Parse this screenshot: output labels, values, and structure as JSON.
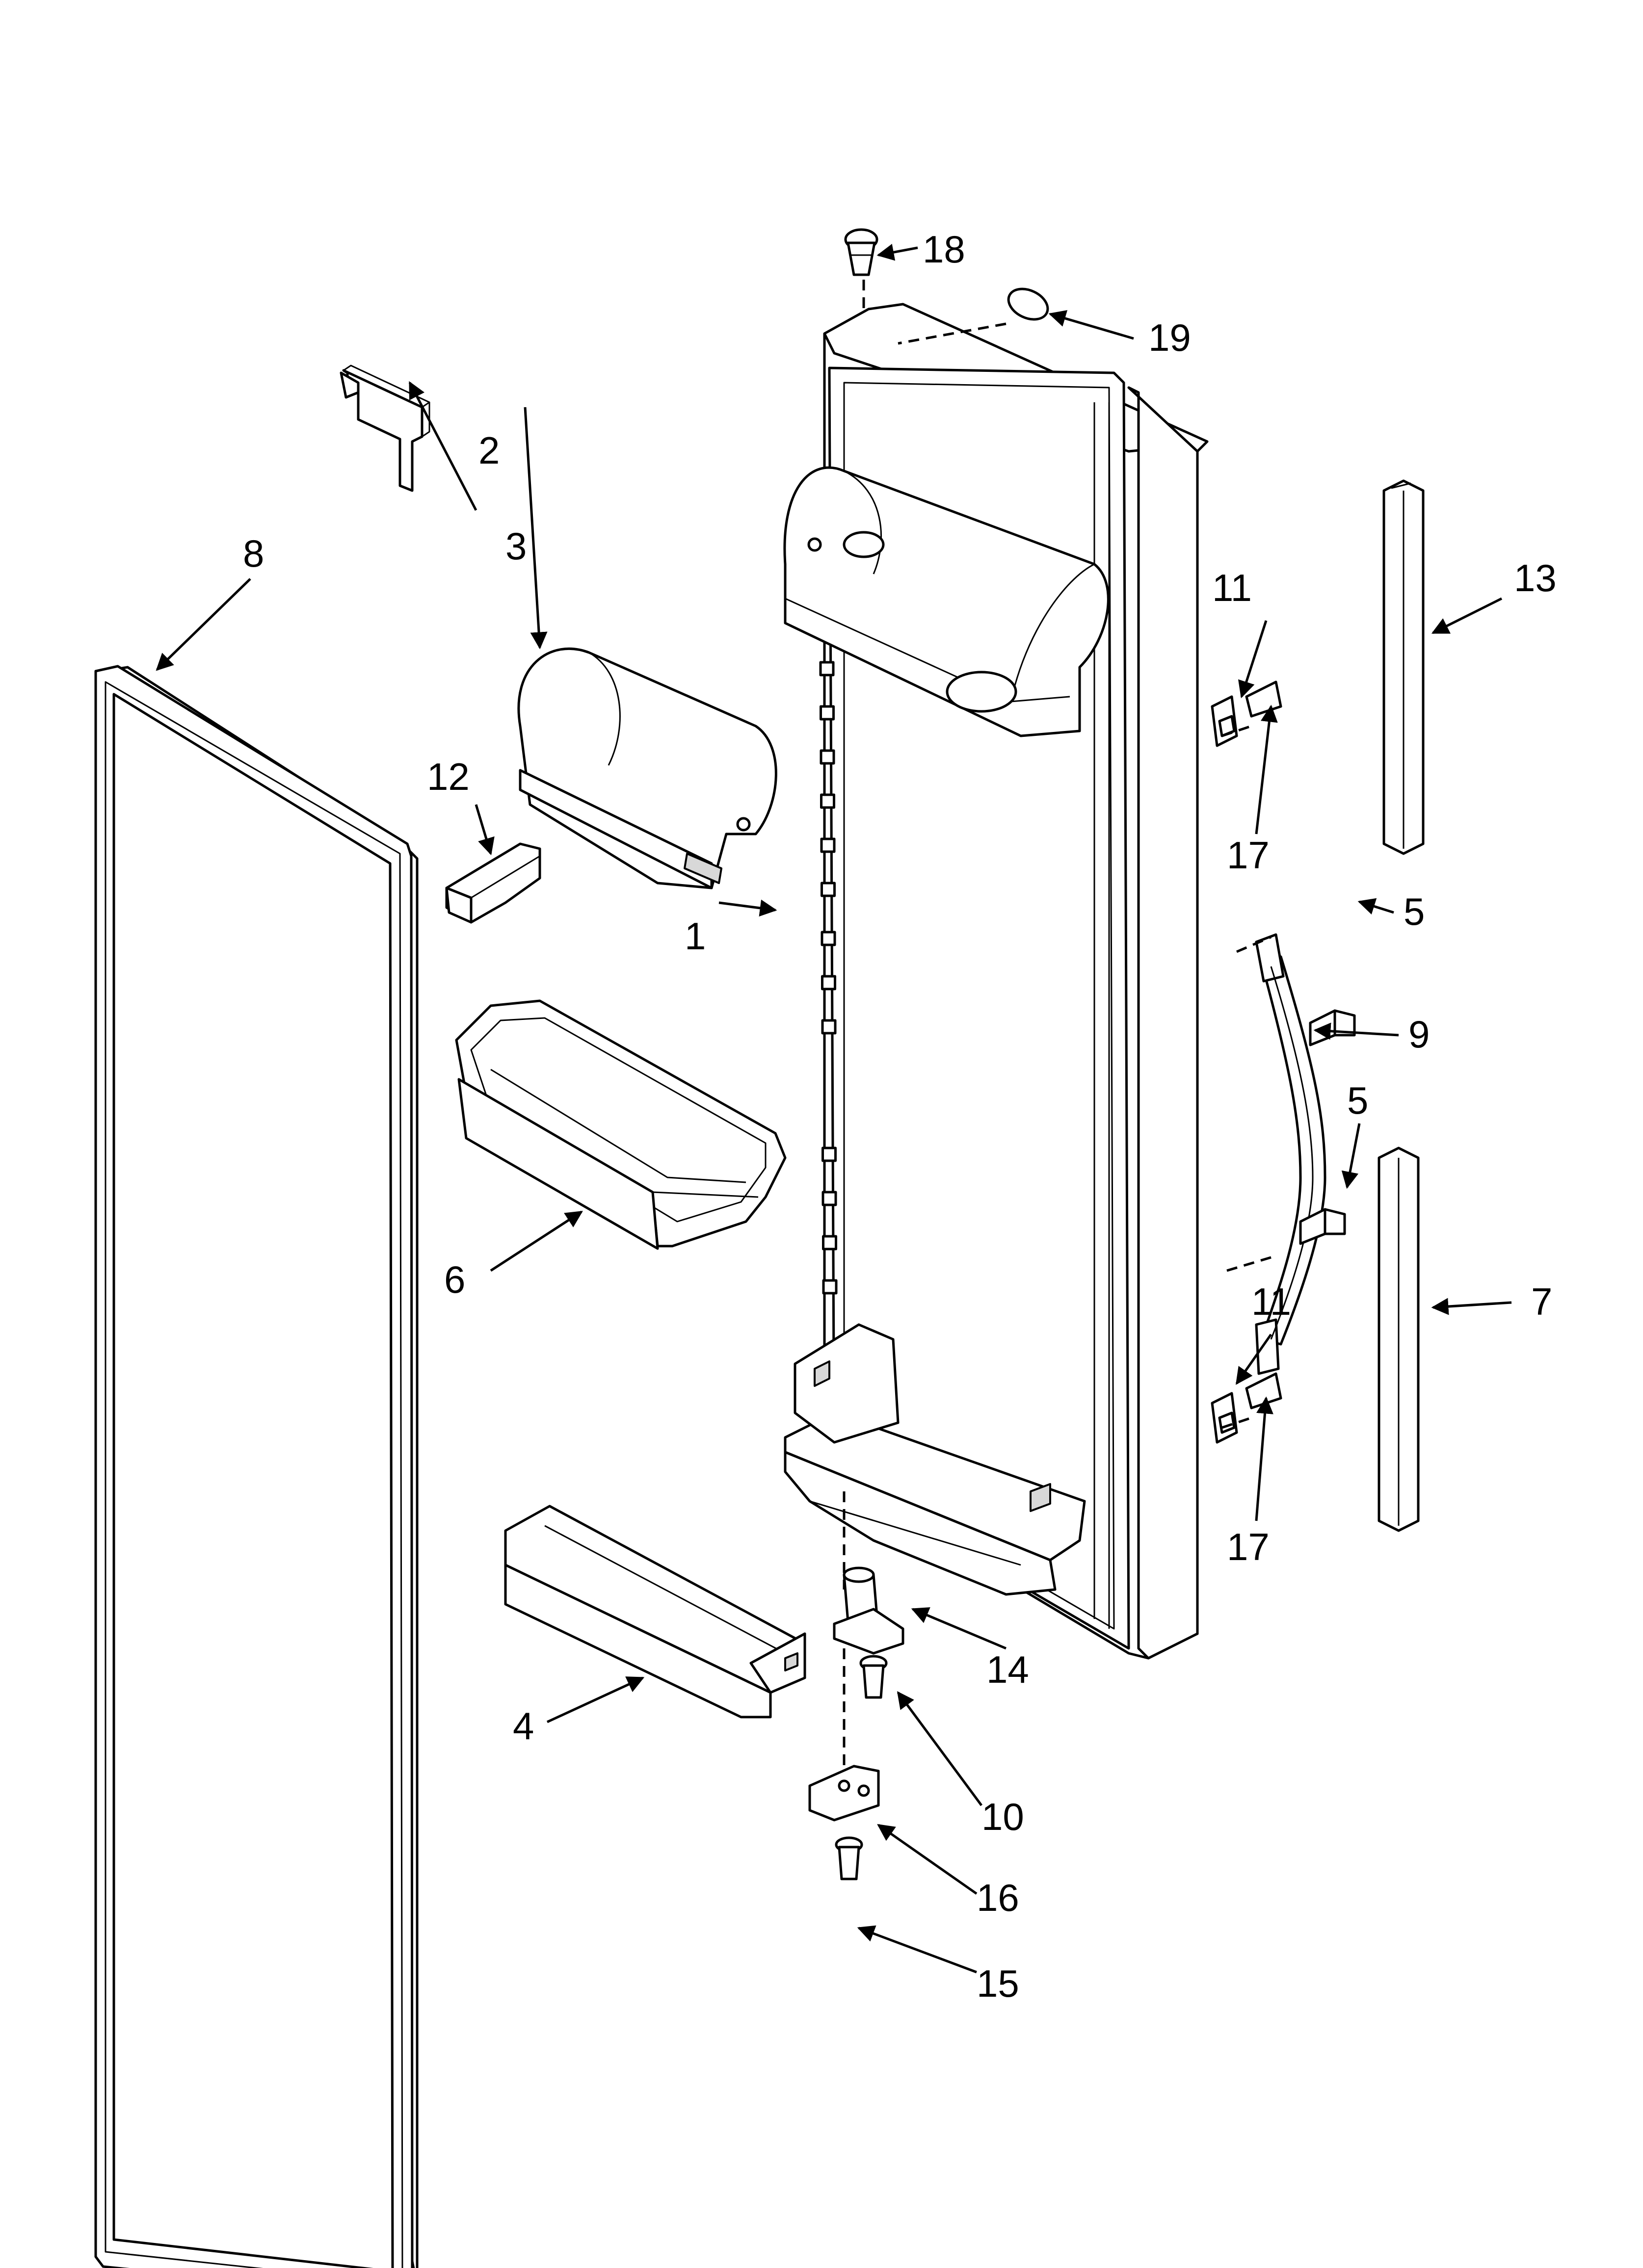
{
  "callouts": [
    {
      "id": "c1",
      "text": "1"
    },
    {
      "id": "c2",
      "text": "2"
    },
    {
      "id": "c3",
      "text": "3"
    },
    {
      "id": "c4",
      "text": "4"
    },
    {
      "id": "c5a",
      "text": "5"
    },
    {
      "id": "c5b",
      "text": "5"
    },
    {
      "id": "c6",
      "text": "6"
    },
    {
      "id": "c7",
      "text": "7"
    },
    {
      "id": "c8",
      "text": "8"
    },
    {
      "id": "c9",
      "text": "9"
    },
    {
      "id": "c10",
      "text": "10"
    },
    {
      "id": "c11a",
      "text": "11"
    },
    {
      "id": "c11b",
      "text": "11"
    },
    {
      "id": "c12",
      "text": "12"
    },
    {
      "id": "c13",
      "text": "13"
    },
    {
      "id": "c14",
      "text": "14"
    },
    {
      "id": "c15",
      "text": "15"
    },
    {
      "id": "c16",
      "text": "16"
    },
    {
      "id": "c17a",
      "text": "17"
    },
    {
      "id": "c17b",
      "text": "17"
    },
    {
      "id": "c18",
      "text": "18"
    },
    {
      "id": "c19",
      "text": "19"
    }
  ]
}
